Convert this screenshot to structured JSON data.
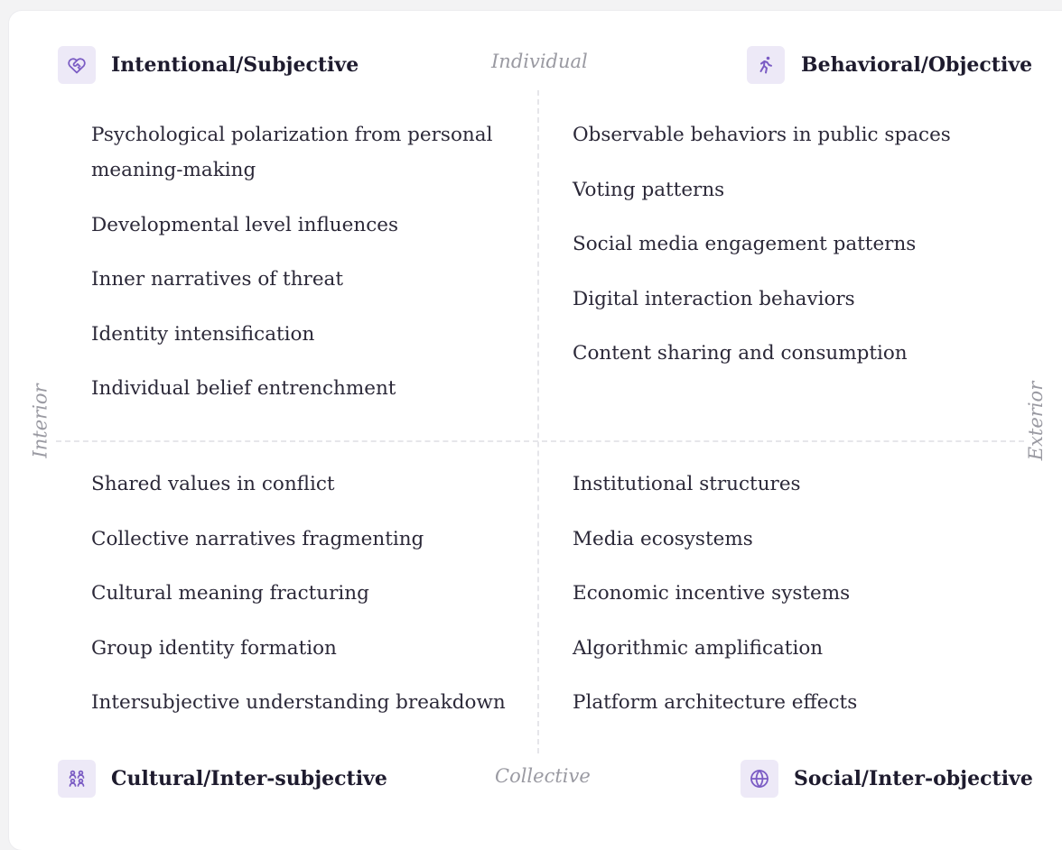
{
  "axes": {
    "top": "Individual",
    "bottom": "Collective",
    "left": "Interior",
    "right": "Exterior"
  },
  "quadrants": {
    "upper_left": {
      "title": "Intentional/Subjective",
      "icon": "heart-handshake-icon",
      "items": [
        "Psychological polarization from personal meaning-making",
        "Developmental level influences",
        "Inner narratives of threat",
        "Identity intensification",
        "Individual belief entrenchment"
      ]
    },
    "upper_right": {
      "title": "Behavioral/Objective",
      "icon": "running-person-icon",
      "items": [
        "Observable behaviors in public spaces",
        "Voting patterns",
        "Social media engagement patterns",
        "Digital interaction behaviors",
        "Content sharing and consumption"
      ]
    },
    "lower_left": {
      "title": "Cultural/Inter-subjective",
      "icon": "group-icon",
      "items": [
        "Shared values in conflict",
        "Collective narratives fragmenting",
        "Cultural meaning fracturing",
        "Group identity formation",
        "Intersubjective understanding breakdown"
      ]
    },
    "lower_right": {
      "title": "Social/Inter-objective",
      "icon": "globe-icon",
      "items": [
        "Institutional structures",
        "Media ecosystems",
        "Economic incentive systems",
        "Algorithmic amplification",
        "Platform architecture effects"
      ]
    }
  },
  "colors": {
    "accent": "#7b5cc4",
    "icon_background": "#ede9f7",
    "text": "#2b2838",
    "axis_label": "#9a9aa2",
    "divider": "#e6e6ea"
  }
}
